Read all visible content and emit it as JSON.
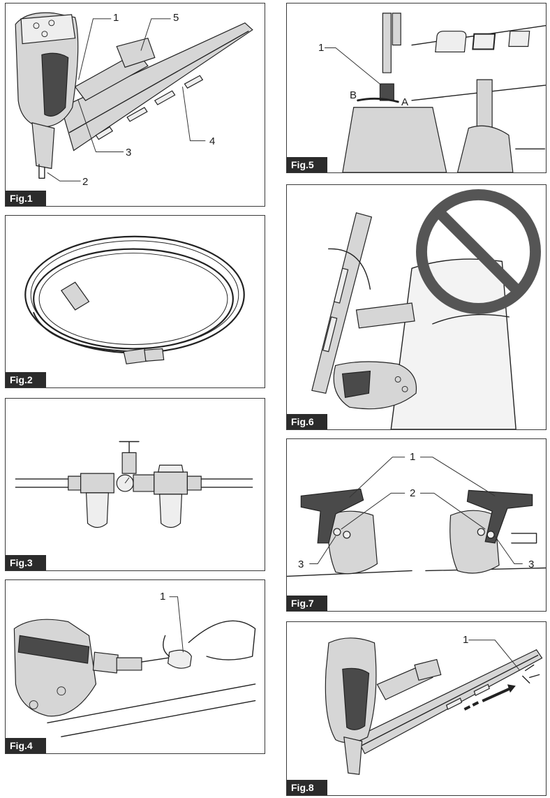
{
  "figures": [
    {
      "id": "fig1",
      "label": "Fig.1",
      "callouts": [
        "1",
        "5",
        "3",
        "4",
        "2"
      ]
    },
    {
      "id": "fig2",
      "label": "Fig.2",
      "callouts": []
    },
    {
      "id": "fig3",
      "label": "Fig.3",
      "callouts": []
    },
    {
      "id": "fig4",
      "label": "Fig.4",
      "callouts": [
        "1"
      ]
    },
    {
      "id": "fig5",
      "label": "Fig.5",
      "callouts": [
        "1",
        "B",
        "A"
      ]
    },
    {
      "id": "fig6",
      "label": "Fig.6",
      "callouts": []
    },
    {
      "id": "fig7",
      "label": "Fig.7",
      "callouts": [
        "1",
        "2",
        "3",
        "3"
      ]
    },
    {
      "id": "fig8",
      "label": "Fig.8",
      "callouts": [
        "1"
      ]
    }
  ]
}
